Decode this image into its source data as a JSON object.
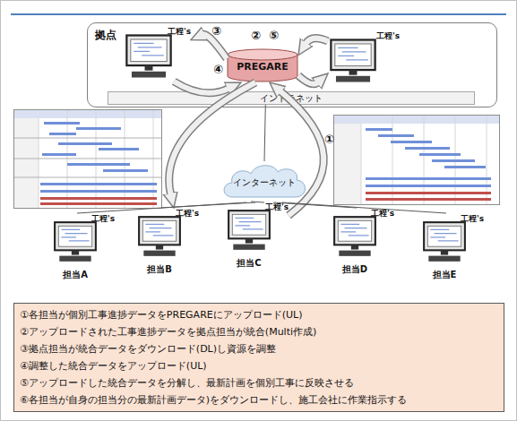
{
  "diagram": {
    "nodes": [
      {
        "text": [
          "拠点"
        ]
      },
      {
        "text": [
          "工程's"
        ],
        "in": 0
      },
      {
        "text": [
          "PREGARE"
        ],
        "in": 0
      },
      {
        "text": [
          "工程's"
        ],
        "in": 0
      },
      {
        "text": [
          "イントラネット"
        ],
        "in": 0
      },
      {
        "text": [
          "インターネット"
        ]
      },
      {
        "text": [
          "工程's",
          "担当A"
        ]
      },
      {
        "text": [
          "工程's",
          "担当B"
        ]
      },
      {
        "text": [
          "工程's",
          "担当C"
        ]
      },
      {
        "text": [
          "工程's",
          "担当D"
        ]
      },
      {
        "text": [
          "工程's",
          "担当E"
        ]
      },
      {
        "text": [
          "①各担当が個別工事進捗データをPREGAREにアップロード(UL)",
          "②アップロードされた工事進捗データを拠点担当が統合(Multi作成)",
          "③拠点担当が統合データをダウンロード(DL)し資源を調整",
          "④調整した統合データをアップロード(UL)",
          "⑤アップロードした統合データを分解し、最新計画を個別工事に反映させる",
          "⑥各担当が自身の担当分の最新計画データ)をダウンロードし、施工会社に作業指示する"
        ]
      }
    ],
    "edges": [
      {
        "from": 2,
        "to": 1,
        "arrow": "to"
      },
      {
        "from": 1,
        "to": 2,
        "arrow": "to"
      },
      {
        "from": 2,
        "to": 3,
        "arrow": "to"
      },
      {
        "from": 3,
        "to": 2,
        "arrow": "to"
      },
      {
        "from": 8,
        "to": 2,
        "arrow": "to"
      },
      {
        "from": 2,
        "to": 7,
        "arrow": "to"
      },
      {
        "from": 5,
        "to": 4,
        "arrow": "none"
      },
      {
        "from": 5,
        "to": 6,
        "arrow": "none"
      },
      {
        "from": 5,
        "to": 7,
        "arrow": "none"
      },
      {
        "from": 5,
        "to": 8,
        "arrow": "none"
      },
      {
        "from": 5,
        "to": 9,
        "arrow": "none"
      },
      {
        "from": 5,
        "to": 10,
        "arrow": "none"
      }
    ],
    "labels": [
      "①",
      "②",
      "③",
      "④",
      "⑤"
    ]
  }
}
